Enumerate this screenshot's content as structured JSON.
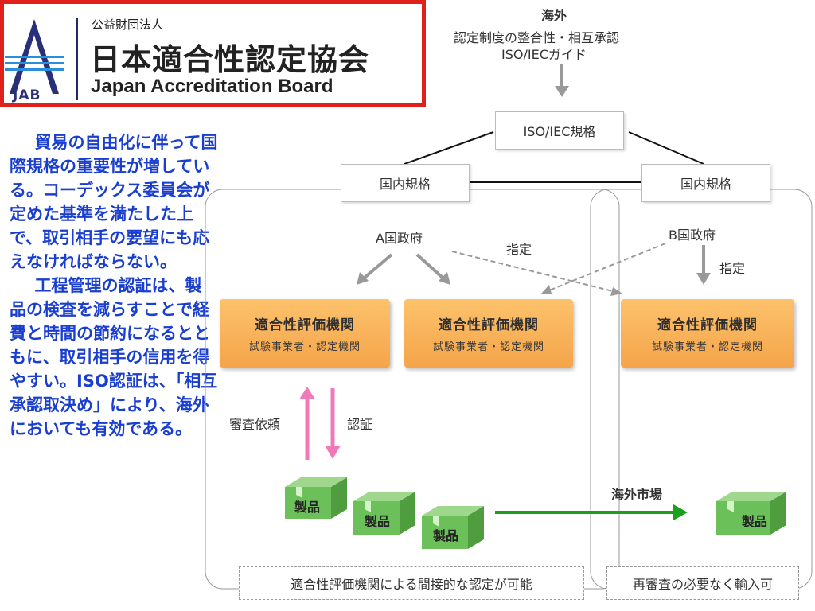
{
  "logo": {
    "mark_text": "JAB",
    "subtitle": "公益財団法人",
    "title": "日本適合性認定協会",
    "english": "Japan Accreditation Board"
  },
  "left_text": {
    "paragraph1": "貿易の自由化に伴って国際規格の重要性が増している。コーデックス委員会が定めた基準を満たした上で、取引相手の要望にも応えなければならない。",
    "paragraph2": "工程管理の認証は、製品の検査を減らすことで経費と時間の節約になるとともに、取引相手の信用を得やすい。ISO認証は、「相互承認取決め」により、海外においても有効である。"
  },
  "diagram": {
    "top_title": "海外",
    "top_line2": "認定制度の整合性・相互承認",
    "top_line3": "ISO/IECガイド",
    "iso_standard": "ISO/IEC規格",
    "domestic_standard_a": "国内規格",
    "domestic_standard_b": "国内規格",
    "gov_a": "A国政府",
    "gov_b": "B国政府",
    "designate_a": "指定",
    "designate_b": "指定",
    "body_title": "適合性評価機関",
    "body_subtitle": "試験事業者・認定機関",
    "review_request": "審査依頼",
    "certification": "認証",
    "product": "製品",
    "overseas_market": "海外市場",
    "bottom_left": "適合性評価機関による間接的な認定が可能",
    "bottom_right": "再審査の必要なく輸入可"
  },
  "colors": {
    "logo_border": "#e0201a",
    "left_text": "#1a3fd0",
    "orange_box": "#f5a44a",
    "pink_arrow": "#f07ab8",
    "green_arrow": "#1aa01a",
    "gray_arrow": "#999999",
    "package_green": "#6cc05a"
  }
}
